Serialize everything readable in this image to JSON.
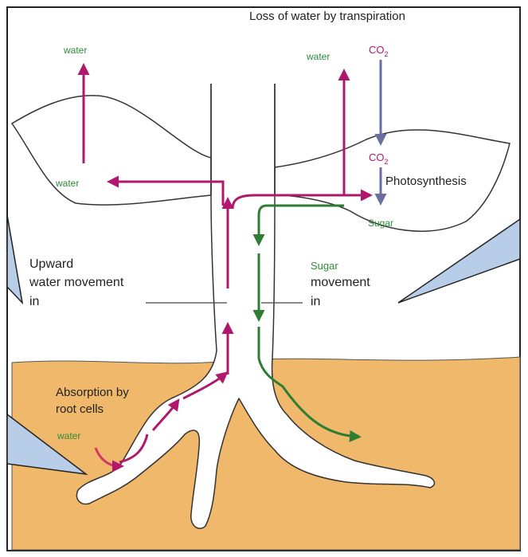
{
  "title": "Loss of water by transpiration",
  "labels": {
    "water_top_left": "water",
    "water_top_right": "water",
    "co2_top": "CO",
    "co2_top_sub": "2",
    "co2_mid": "CO",
    "co2_mid_sub": "2",
    "water_leaf": "water",
    "photosynthesis": "Photosynthesis",
    "sugar": "Sugar",
    "upward_line1": "Upward",
    "upward_line2": "water movement",
    "upward_line3": "in",
    "sugar_move_line1": "Sugar",
    "sugar_move_line2": "movement",
    "sugar_move_line3": "in",
    "absorption_line1": "Absorption by",
    "absorption_line2": "root cells",
    "water_root": "water"
  },
  "colors": {
    "water_arrow": "#b0186b",
    "sugar_arrow": "#2e7d32",
    "co2_arrow": "#6b6fa0",
    "soil": "#f0b86a",
    "callout": "#b7cde8",
    "green_text": "#2e8b3a"
  }
}
